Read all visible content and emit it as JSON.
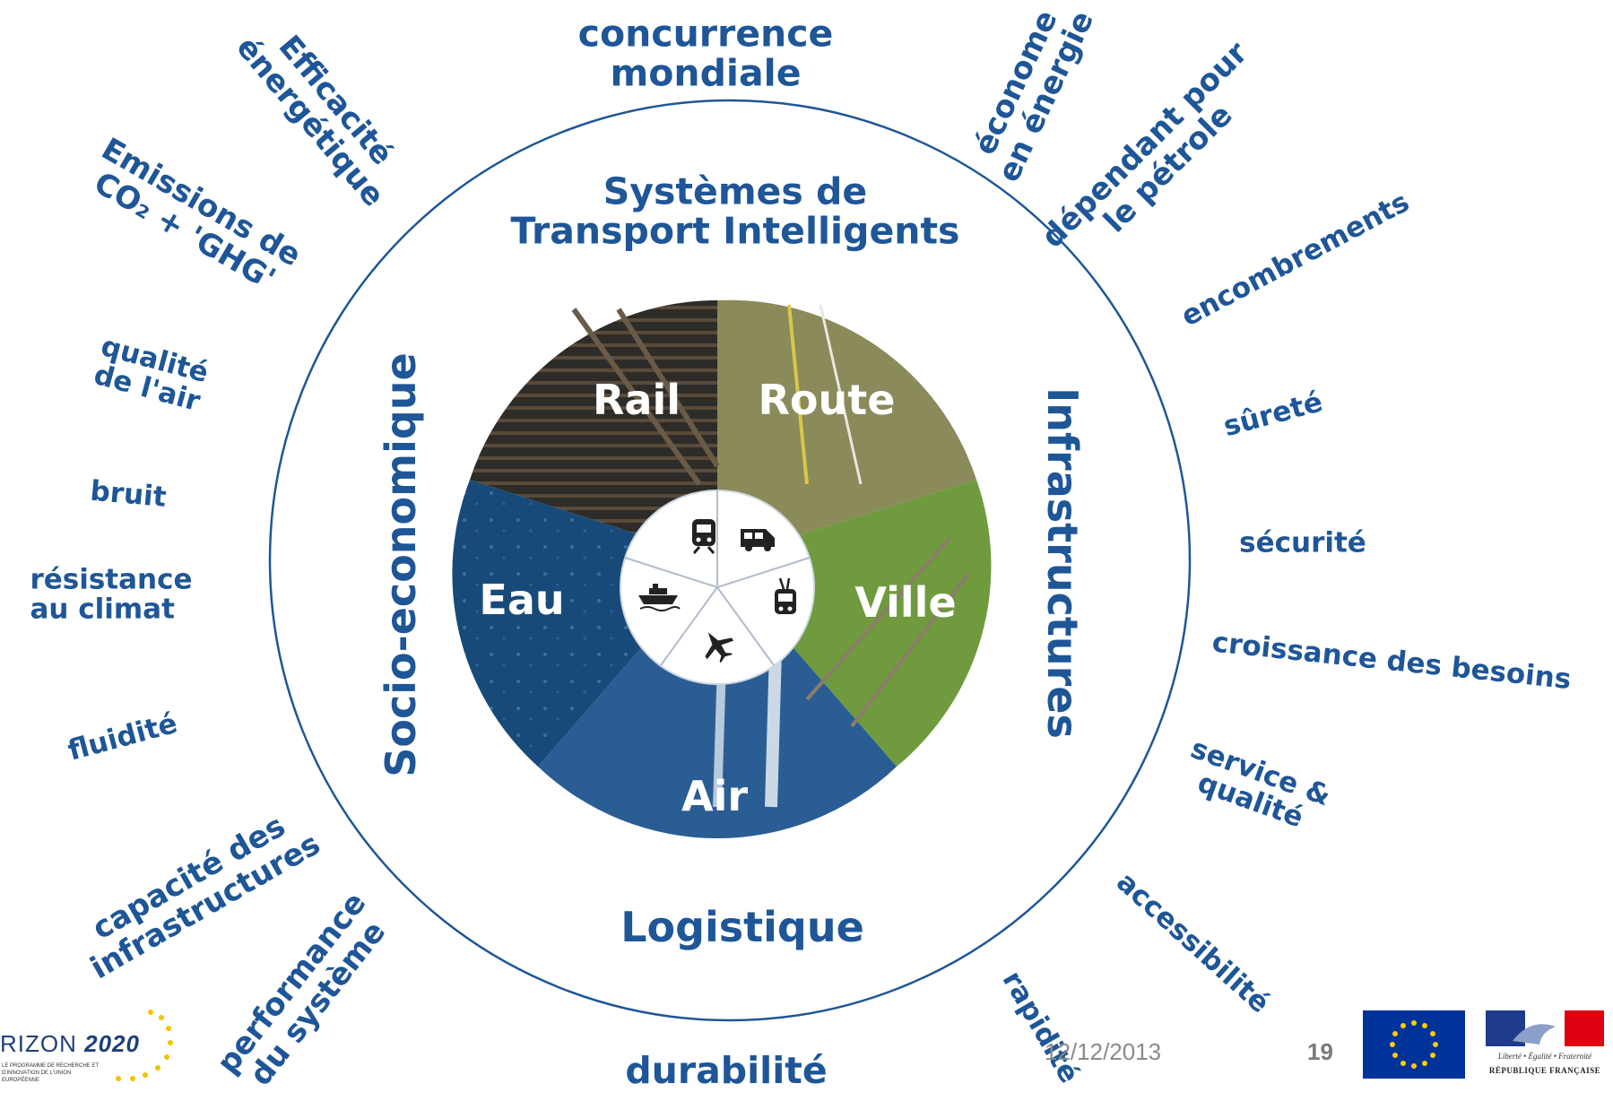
{
  "center": {
    "top": [
      "Systèmes de",
      "Transport Intelligents"
    ],
    "bottom": "Logistique",
    "left": "Socio-economique",
    "right": "Infrastructures"
  },
  "segments": [
    "Rail",
    "Route",
    "Ville",
    "Air",
    "Eau"
  ],
  "mode_icons": [
    "train-icon",
    "van-icon",
    "trolleybus-icon",
    "airplane-icon",
    "ship-icon"
  ],
  "outer": {
    "concurrence": [
      "concurrence",
      "mondiale"
    ],
    "efficacite": [
      "Efficacité",
      "énergétique"
    ],
    "emissions": [
      "Emissions de",
      "CO₂ + 'GHG'"
    ],
    "qualite_air": [
      "qualité",
      "de l'air"
    ],
    "bruit": "bruit",
    "resistance": [
      "résistance",
      "au climat"
    ],
    "fluidite": "fluidité",
    "capacite": [
      "capacité des",
      "infrastructures"
    ],
    "performance": [
      "performance",
      "du système"
    ],
    "durabilite": "durabilité",
    "econome": [
      "économe",
      "en énergie"
    ],
    "dependant": [
      "dépendant pour",
      "le pétrole"
    ],
    "encombrements": "encombrements",
    "surete": "sûreté",
    "securite": "sécurité",
    "croissance": "croissance des besoins",
    "service": [
      "service &",
      "qualité"
    ],
    "accessibilite": "accessibilité",
    "rapidite": "rapidité"
  },
  "footer": {
    "date": "12/12/2013",
    "page": "19",
    "h2020_brand": "RIZON",
    "h2020_year": "2020",
    "h2020_sub": "LE PROGRAMME DE RECHERCHE ET D'INNOVATION DE L'UNION EUROPÉENNE",
    "rf_motto": "Liberté • Égalité • Fraternité",
    "rf_name": "RÉPUBLIQUE FRANÇAISE"
  },
  "colors": {
    "text": "#1e5697",
    "ring": "#1e5697",
    "rail": "#2b2a26",
    "route": "#8a8a5a",
    "ville": "#6f9a3e",
    "air": "#2a5d94",
    "eau": "#174a78"
  }
}
